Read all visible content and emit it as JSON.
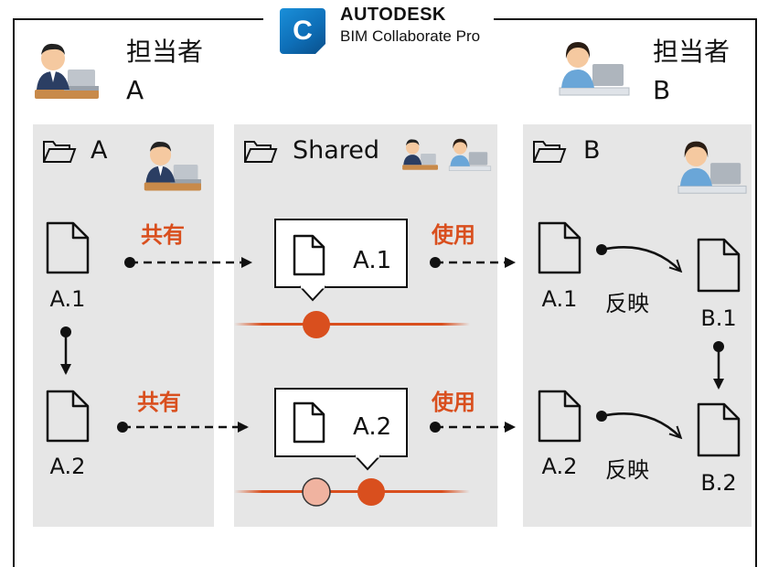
{
  "header": {
    "brand": "AUTODESK",
    "product": "BIM Collaborate Pro",
    "logo_letter": "C",
    "logo_color": "#0e6fb8"
  },
  "persons": {
    "a": {
      "title": "担当者",
      "name": "A"
    },
    "b": {
      "title": "担当者",
      "name": "B"
    }
  },
  "folders": {
    "a": "A",
    "shared": "Shared",
    "b": "B"
  },
  "files": {
    "a1": "A.1",
    "a2": "A.2",
    "shared1": "A.1",
    "shared2": "A.2",
    "b_in1": "A.1",
    "b_in2": "A.2",
    "b1": "B.1",
    "b2": "B.2"
  },
  "actions": {
    "share": "共有",
    "use": "使用",
    "reflect": "反映"
  },
  "colors": {
    "accent": "#d94f1e",
    "accent_light": "#f0b3a0",
    "panel": "#e6e6e6"
  }
}
